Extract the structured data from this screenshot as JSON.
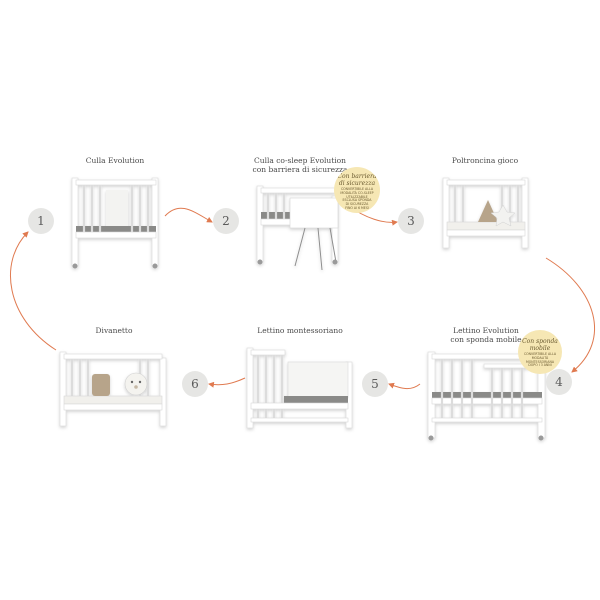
{
  "stages": [
    {
      "step": "1",
      "label_lines": [
        "Culla Evolution"
      ]
    },
    {
      "step": "2",
      "label_lines": [
        "Culla co-sleep Evolution",
        "con barriera di sicurezza"
      ]
    },
    {
      "step": "3",
      "label_lines": [
        "Poltroncina gioco"
      ]
    },
    {
      "step": "4",
      "label_lines": [
        "Lettino Evolution",
        "con sponda mobile"
      ]
    },
    {
      "step": "5",
      "label_lines": [
        "Lettino montessoriano"
      ]
    },
    {
      "step": "6",
      "label_lines": [
        "Divanetto"
      ]
    }
  ],
  "badges": {
    "barrier": {
      "title_lines": [
        "Con barriera",
        "di sicurezza"
      ],
      "small_lines": [
        "CONVERTIBILE ALLA",
        "MODALITÀ CO-SLEEP",
        "UTILIZZABILE",
        "ESCLUSA SPONDA",
        "DI SICUREZZA",
        "FINO AI 6 MESI"
      ]
    },
    "sponda": {
      "title_lines": [
        "Con sponda",
        "mobile"
      ],
      "small_lines": [
        "CONVERTIBILE ALLA",
        "MODALITÀ",
        "MONTESSORIANA",
        "DOPO I 3 ANNI"
      ]
    }
  },
  "colors": {
    "arrow": "#e07a50",
    "step_bg": "#e6e6e4",
    "badge_bg": "#f6e7b4",
    "furniture": "#ffffff",
    "mattress": "#8a8a88"
  }
}
